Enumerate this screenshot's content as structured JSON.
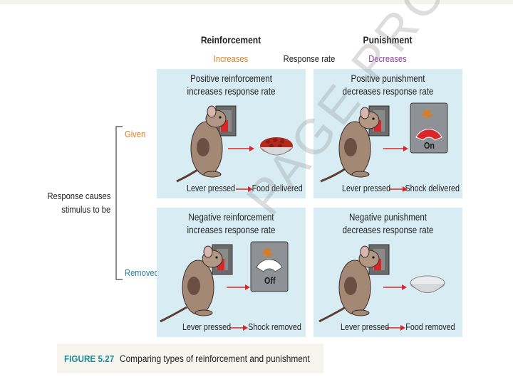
{
  "headers": {
    "reinforcement": "Reinforcement",
    "punishment": "Punishment",
    "increases": "Increases",
    "response_rate": "Response rate",
    "decreases": "Decreases"
  },
  "side": {
    "given": "Given",
    "removed": "Removed",
    "causes_line1": "Response causes",
    "causes_line2": "stimulus to be"
  },
  "panels": {
    "pos_reinf": {
      "title1": "Positive reinforcement",
      "title2": "increases response rate",
      "left": "Lever pressed",
      "right": "Food delivered"
    },
    "pos_pun": {
      "title1": "Positive punishment",
      "title2": "decreases response rate",
      "left": "Lever pressed",
      "right": "Shock delivered",
      "switch": "On"
    },
    "neg_reinf": {
      "title1": "Negative reinforcement",
      "title2": "increases response rate",
      "left": "Lever pressed",
      "right": "Shock removed",
      "switch": "Off"
    },
    "neg_pun": {
      "title1": "Negative punishment",
      "title2": "decreases response rate",
      "left": "Lever pressed",
      "right": "Food removed"
    }
  },
  "caption": {
    "number": "FIGURE 5.27",
    "text": "Comparing types of reinforcement and punishment"
  },
  "watermark": "PAGE PROOFS",
  "colors": {
    "panel_bg": "#d8edf3",
    "orange": "#e07a1f",
    "purple": "#8a3f9e",
    "teal": "#2a7f9a",
    "arrow_red": "#d8262b",
    "caption_teal": "#1e8a9a"
  }
}
